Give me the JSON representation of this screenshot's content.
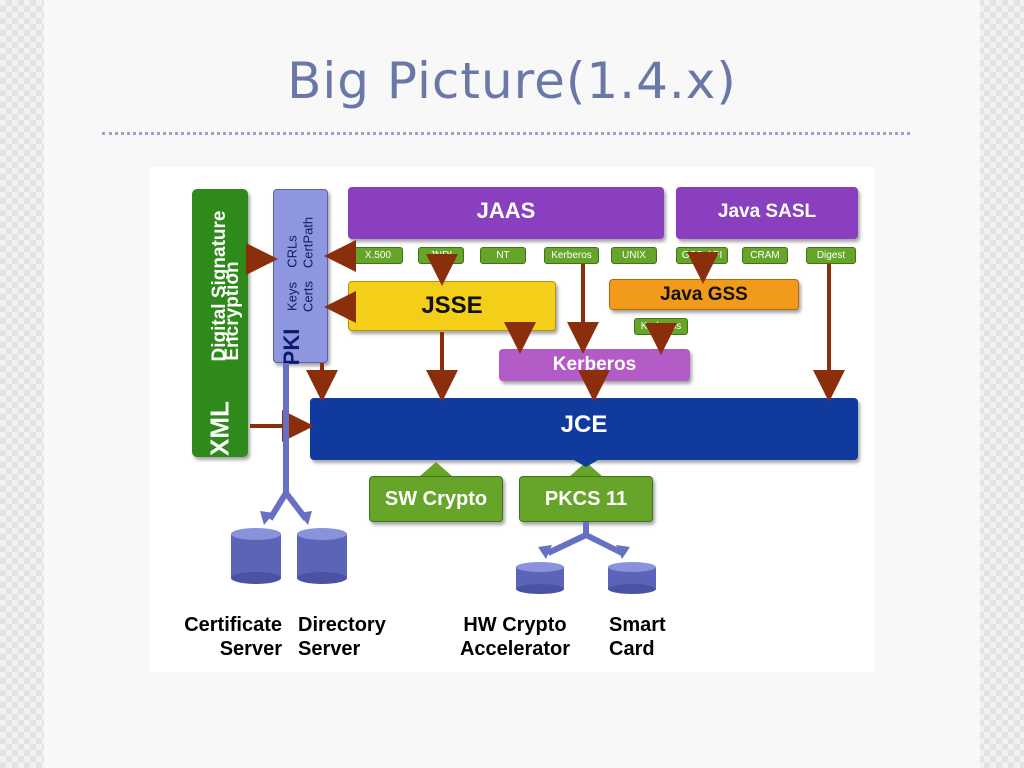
{
  "slide": {
    "title": "Big Picture(1.4.x)"
  },
  "diagram": {
    "xml_box": {
      "xml": "XML",
      "line1": "Digital Signature",
      "line2": "Encryption"
    },
    "pki_box": {
      "pki": "PKI",
      "keys": "Keys",
      "certs": "Certs",
      "crls": "CRLs",
      "certpath": "CertPath"
    },
    "jaas": "JAAS",
    "java_sasl": "Java SASL",
    "tags": [
      "X.500",
      "JNDI",
      "NT",
      "Kerberos",
      "UNIX",
      "GSS-API",
      "CRAM",
      "Digest"
    ],
    "jsse": "JSSE",
    "java_gss": "Java GSS",
    "gss_kerberos_tag": "Kerberos",
    "kerberos": "Kerberos",
    "jce": "JCE",
    "sw_crypto": "SW Crypto",
    "pkcs11": "PKCS 11",
    "captions": {
      "cert_server": [
        "Certificate",
        "Server"
      ],
      "dir_server": [
        "Directory",
        "Server"
      ],
      "hw_crypto": [
        "HW Crypto",
        "Accelerator"
      ],
      "smart_card": [
        "Smart",
        "Card"
      ]
    },
    "colors": {
      "green": "#2e8a1a",
      "lavender": "#8f96e0",
      "purple": "#8a3fbf",
      "yellow": "#f3cf1a",
      "orange": "#f29a1a",
      "kerberos": "#b35cc7",
      "blue": "#103a9e",
      "arrow": "#8a2e0c",
      "db": "#6870c4"
    }
  }
}
